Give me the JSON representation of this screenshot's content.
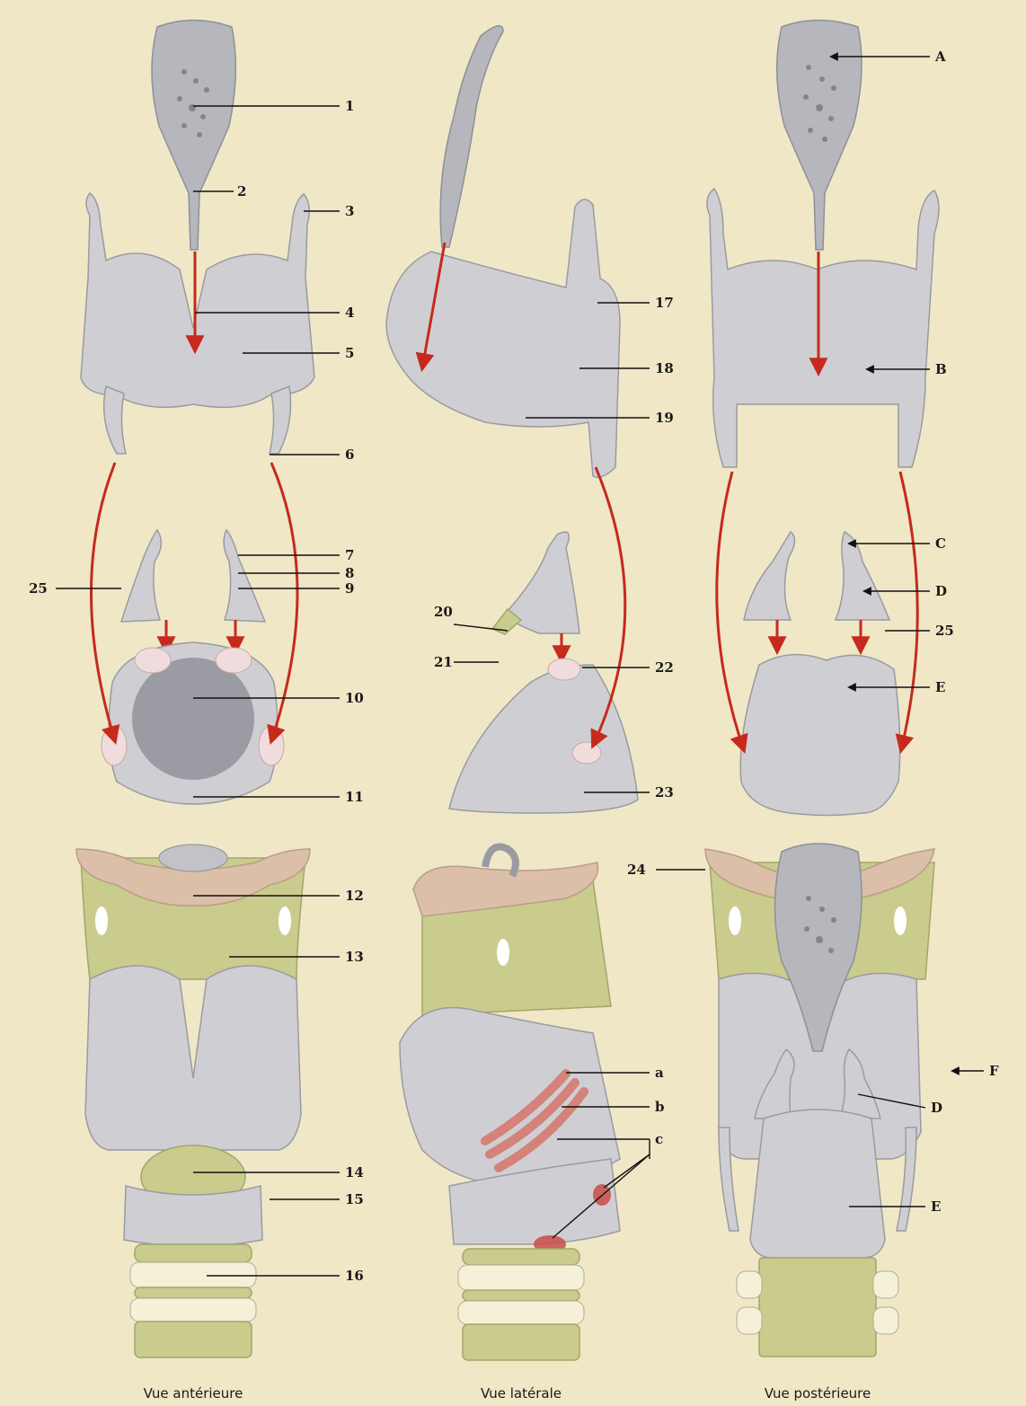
{
  "numbers": {
    "n1": "1",
    "n2": "2",
    "n3": "3",
    "n4": "4",
    "n5": "5",
    "n6": "6",
    "n7": "7",
    "n8": "8",
    "n9": "9",
    "n10": "10",
    "n11": "11",
    "n12": "12",
    "n13": "13",
    "n14": "14",
    "n15": "15",
    "n16": "16",
    "n17": "17",
    "n18": "18",
    "n19": "19",
    "n20": "20",
    "n21": "21",
    "n22": "22",
    "n23": "23",
    "n24": "24",
    "n25a": "25",
    "n25b": "25"
  },
  "letters": {
    "A": "A",
    "B": "B",
    "C": "C",
    "D1": "D",
    "E1": "E",
    "F": "F",
    "D2": "D",
    "E2": "E",
    "a": "a",
    "b": "b",
    "c": "c"
  },
  "captions": {
    "anterior": "Vue antérieure",
    "lateral": "Vue latérale",
    "posterior": "Vue postérieure"
  },
  "colors": {
    "background": "#efe7c6",
    "cartilage": "#cfcfd3",
    "membrane": "#c9cc8c",
    "hyoid": "#dbbfa9",
    "arrow": "#c62a1d",
    "muscle": "#d4827a"
  }
}
